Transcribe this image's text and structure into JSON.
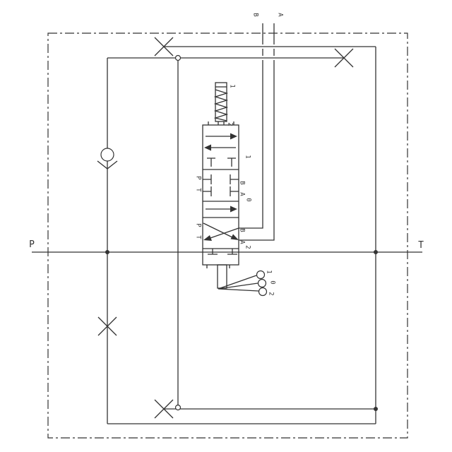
{
  "colors": {
    "line": "#333333",
    "background": "#ffffff"
  },
  "main_line": {
    "left_port": "P",
    "right_port": "T"
  },
  "top_lines": {
    "b_label": "B",
    "a_label": "A"
  },
  "spring": {
    "top_label": "1",
    "bottom_label": "2"
  },
  "valve": {
    "pos1_label": "1",
    "box0": {
      "p": "P",
      "t": "T",
      "b": "B",
      "a": "A",
      "label": "0"
    },
    "box2": {
      "p": "P",
      "t": "T",
      "b": "B",
      "a": "A",
      "label": "2"
    }
  },
  "detents": {
    "d1": "1",
    "d0": "0",
    "d2": "2"
  }
}
